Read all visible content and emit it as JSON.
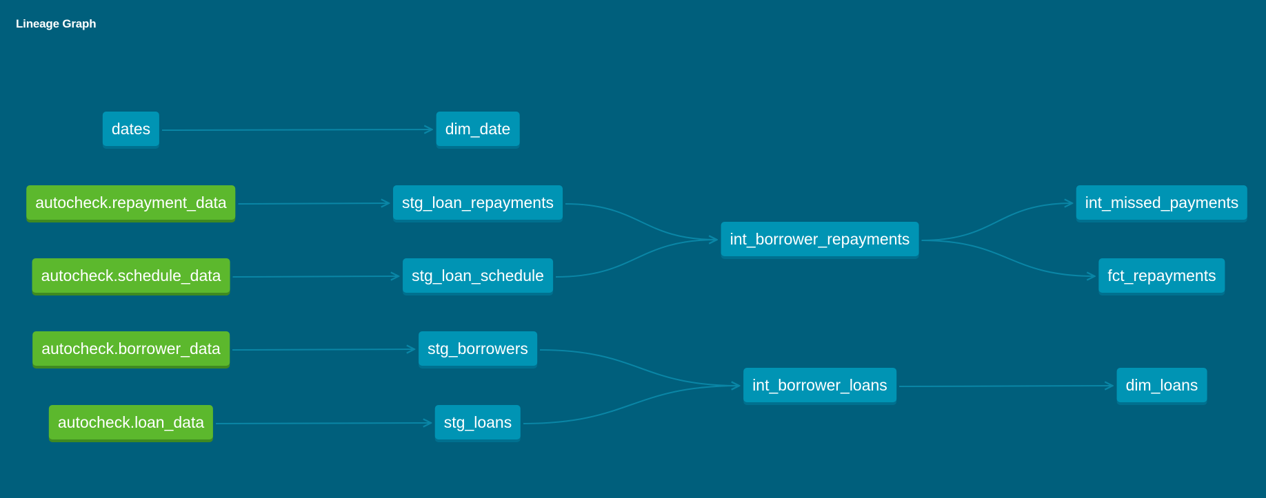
{
  "title": "Lineage Graph",
  "colors": {
    "background": "#005f7c",
    "model_node": "#0094b4",
    "source_node": "#5cb82d",
    "edge": "#0a86a6"
  },
  "nodes": [
    {
      "id": "dates",
      "label": "dates",
      "type": "model"
    },
    {
      "id": "dim_date",
      "label": "dim_date",
      "type": "model"
    },
    {
      "id": "src_repayment",
      "label": "autocheck.repayment_data",
      "type": "source"
    },
    {
      "id": "stg_loan_repayments",
      "label": "stg_loan_repayments",
      "type": "model"
    },
    {
      "id": "src_schedule",
      "label": "autocheck.schedule_data",
      "type": "source"
    },
    {
      "id": "stg_loan_schedule",
      "label": "stg_loan_schedule",
      "type": "model"
    },
    {
      "id": "src_borrower",
      "label": "autocheck.borrower_data",
      "type": "source"
    },
    {
      "id": "stg_borrowers",
      "label": "stg_borrowers",
      "type": "model"
    },
    {
      "id": "src_loan",
      "label": "autocheck.loan_data",
      "type": "source"
    },
    {
      "id": "stg_loans",
      "label": "stg_loans",
      "type": "model"
    },
    {
      "id": "int_borrower_repayments",
      "label": "int_borrower_repayments",
      "type": "model"
    },
    {
      "id": "int_borrower_loans",
      "label": "int_borrower_loans",
      "type": "model"
    },
    {
      "id": "int_missed_payments",
      "label": "int_missed_payments",
      "type": "model"
    },
    {
      "id": "fct_repayments",
      "label": "fct_repayments",
      "type": "model"
    },
    {
      "id": "dim_loans",
      "label": "dim_loans",
      "type": "model"
    }
  ],
  "edges": [
    {
      "from": "dates",
      "to": "dim_date"
    },
    {
      "from": "src_repayment",
      "to": "stg_loan_repayments"
    },
    {
      "from": "src_schedule",
      "to": "stg_loan_schedule"
    },
    {
      "from": "src_borrower",
      "to": "stg_borrowers"
    },
    {
      "from": "src_loan",
      "to": "stg_loans"
    },
    {
      "from": "stg_loan_repayments",
      "to": "int_borrower_repayments"
    },
    {
      "from": "stg_loan_schedule",
      "to": "int_borrower_repayments"
    },
    {
      "from": "stg_borrowers",
      "to": "int_borrower_loans"
    },
    {
      "from": "stg_loans",
      "to": "int_borrower_loans"
    },
    {
      "from": "int_borrower_repayments",
      "to": "int_missed_payments"
    },
    {
      "from": "int_borrower_repayments",
      "to": "fct_repayments"
    },
    {
      "from": "int_borrower_loans",
      "to": "dim_loans"
    }
  ]
}
